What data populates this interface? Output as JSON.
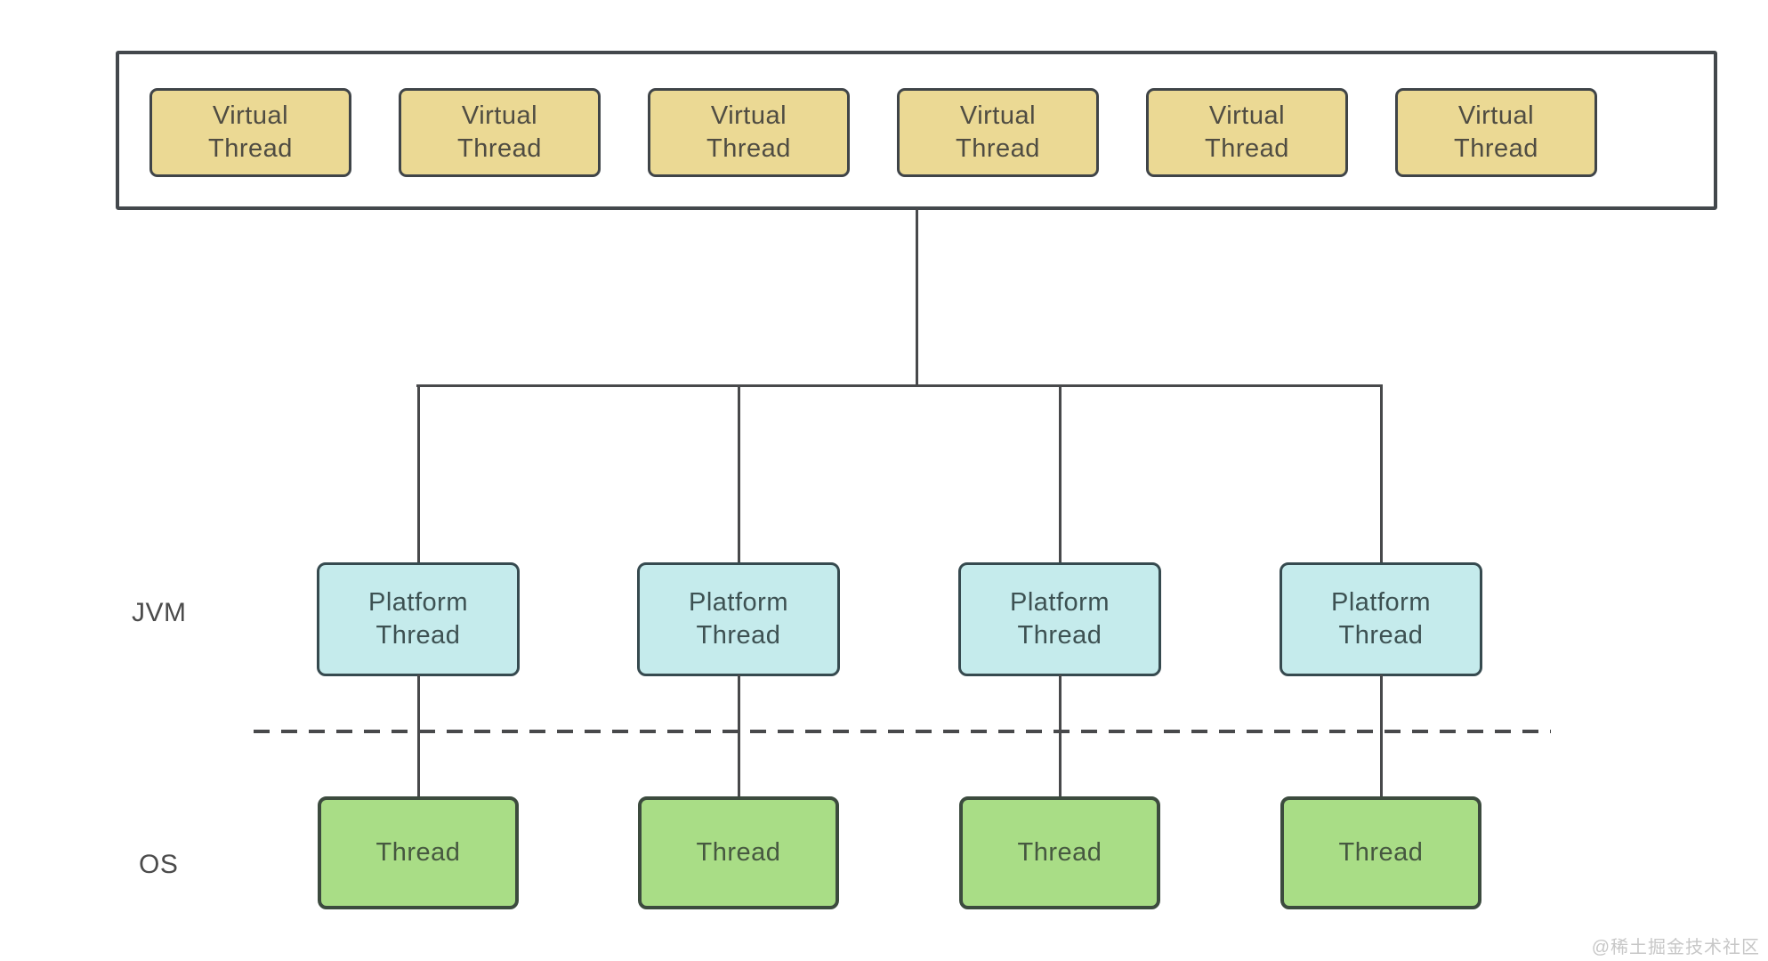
{
  "labels": {
    "jvm": "JVM",
    "os": "OS"
  },
  "virtual_threads": [
    {
      "label": "Virtual\nThread"
    },
    {
      "label": "Virtual\nThread"
    },
    {
      "label": "Virtual\nThread"
    },
    {
      "label": "Virtual\nThread"
    },
    {
      "label": "Virtual\nThread"
    },
    {
      "label": "Virtual\nThread"
    }
  ],
  "platform_threads": [
    {
      "label": "Platform\nThread"
    },
    {
      "label": "Platform\nThread"
    },
    {
      "label": "Platform\nThread"
    },
    {
      "label": "Platform\nThread"
    }
  ],
  "os_threads": [
    {
      "label": "Thread"
    },
    {
      "label": "Thread"
    },
    {
      "label": "Thread"
    },
    {
      "label": "Thread"
    }
  ],
  "watermark": "@稀土掘金技术社区",
  "colors": {
    "virtual_fill": "#ebd994",
    "virtual_border": "#3f4448",
    "virtual_text": "#4f4c42",
    "platform_fill": "#c5ebec",
    "platform_border": "#364a4f",
    "platform_text": "#3d5152",
    "os_fill": "#a9dd86",
    "os_border": "#3c4b3e",
    "os_text": "#465840",
    "container_border": "#43484c",
    "line": "#48494b",
    "label_text": "#4b4b4b",
    "watermark_text": "#c7c7c7"
  }
}
